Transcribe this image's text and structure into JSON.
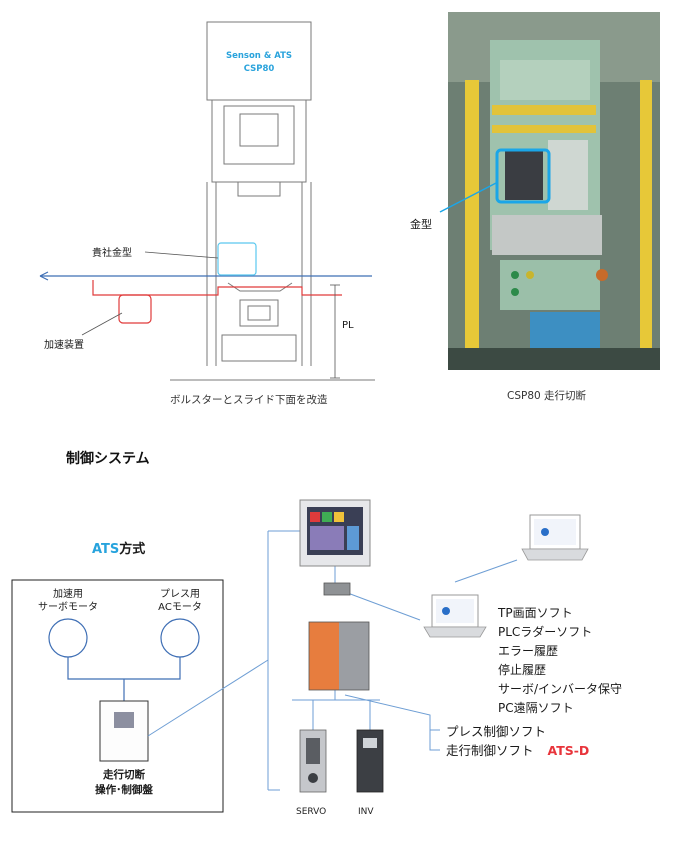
{
  "press_diagram": {
    "title_line1": "Senson & ATS",
    "title_line2": "CSP80",
    "customer_die_label": "貴社金型",
    "accel_device_label": "加速装置",
    "pl_label": "PL",
    "caption": "ボルスターとスライド下面を改造",
    "cyan_color": "#5ac8ef",
    "red_color": "#e03b3b",
    "blue_line_color": "#3f6fb5"
  },
  "photo": {
    "die_label": "金型",
    "caption": "CSP80 走行切断"
  },
  "control_system": {
    "section_title": "制御システム",
    "ats_label_accent": "ATS",
    "ats_label_suffix": "方式",
    "accel_motor_label_line1": "加速用",
    "accel_motor_label_line2": "サーボモータ",
    "press_motor_label_line1": "プレス用",
    "press_motor_label_line2": "ACモータ",
    "panel_label_line1": "走行切断",
    "panel_label_line2": "操作･制御盤",
    "software_list": [
      "TP画面ソフト",
      "PLCラダーソフト",
      "エラー履歴",
      "停止履歴",
      "サーボ/インバータ保守",
      "PC遠隔ソフト"
    ],
    "control_software": [
      "プレス制御ソフト",
      "走行制御ソフト"
    ],
    "ats_d_label": "ATS-D",
    "servo_label": "SERVO",
    "inv_label": "INV",
    "line_color": "#6e9ed4"
  }
}
